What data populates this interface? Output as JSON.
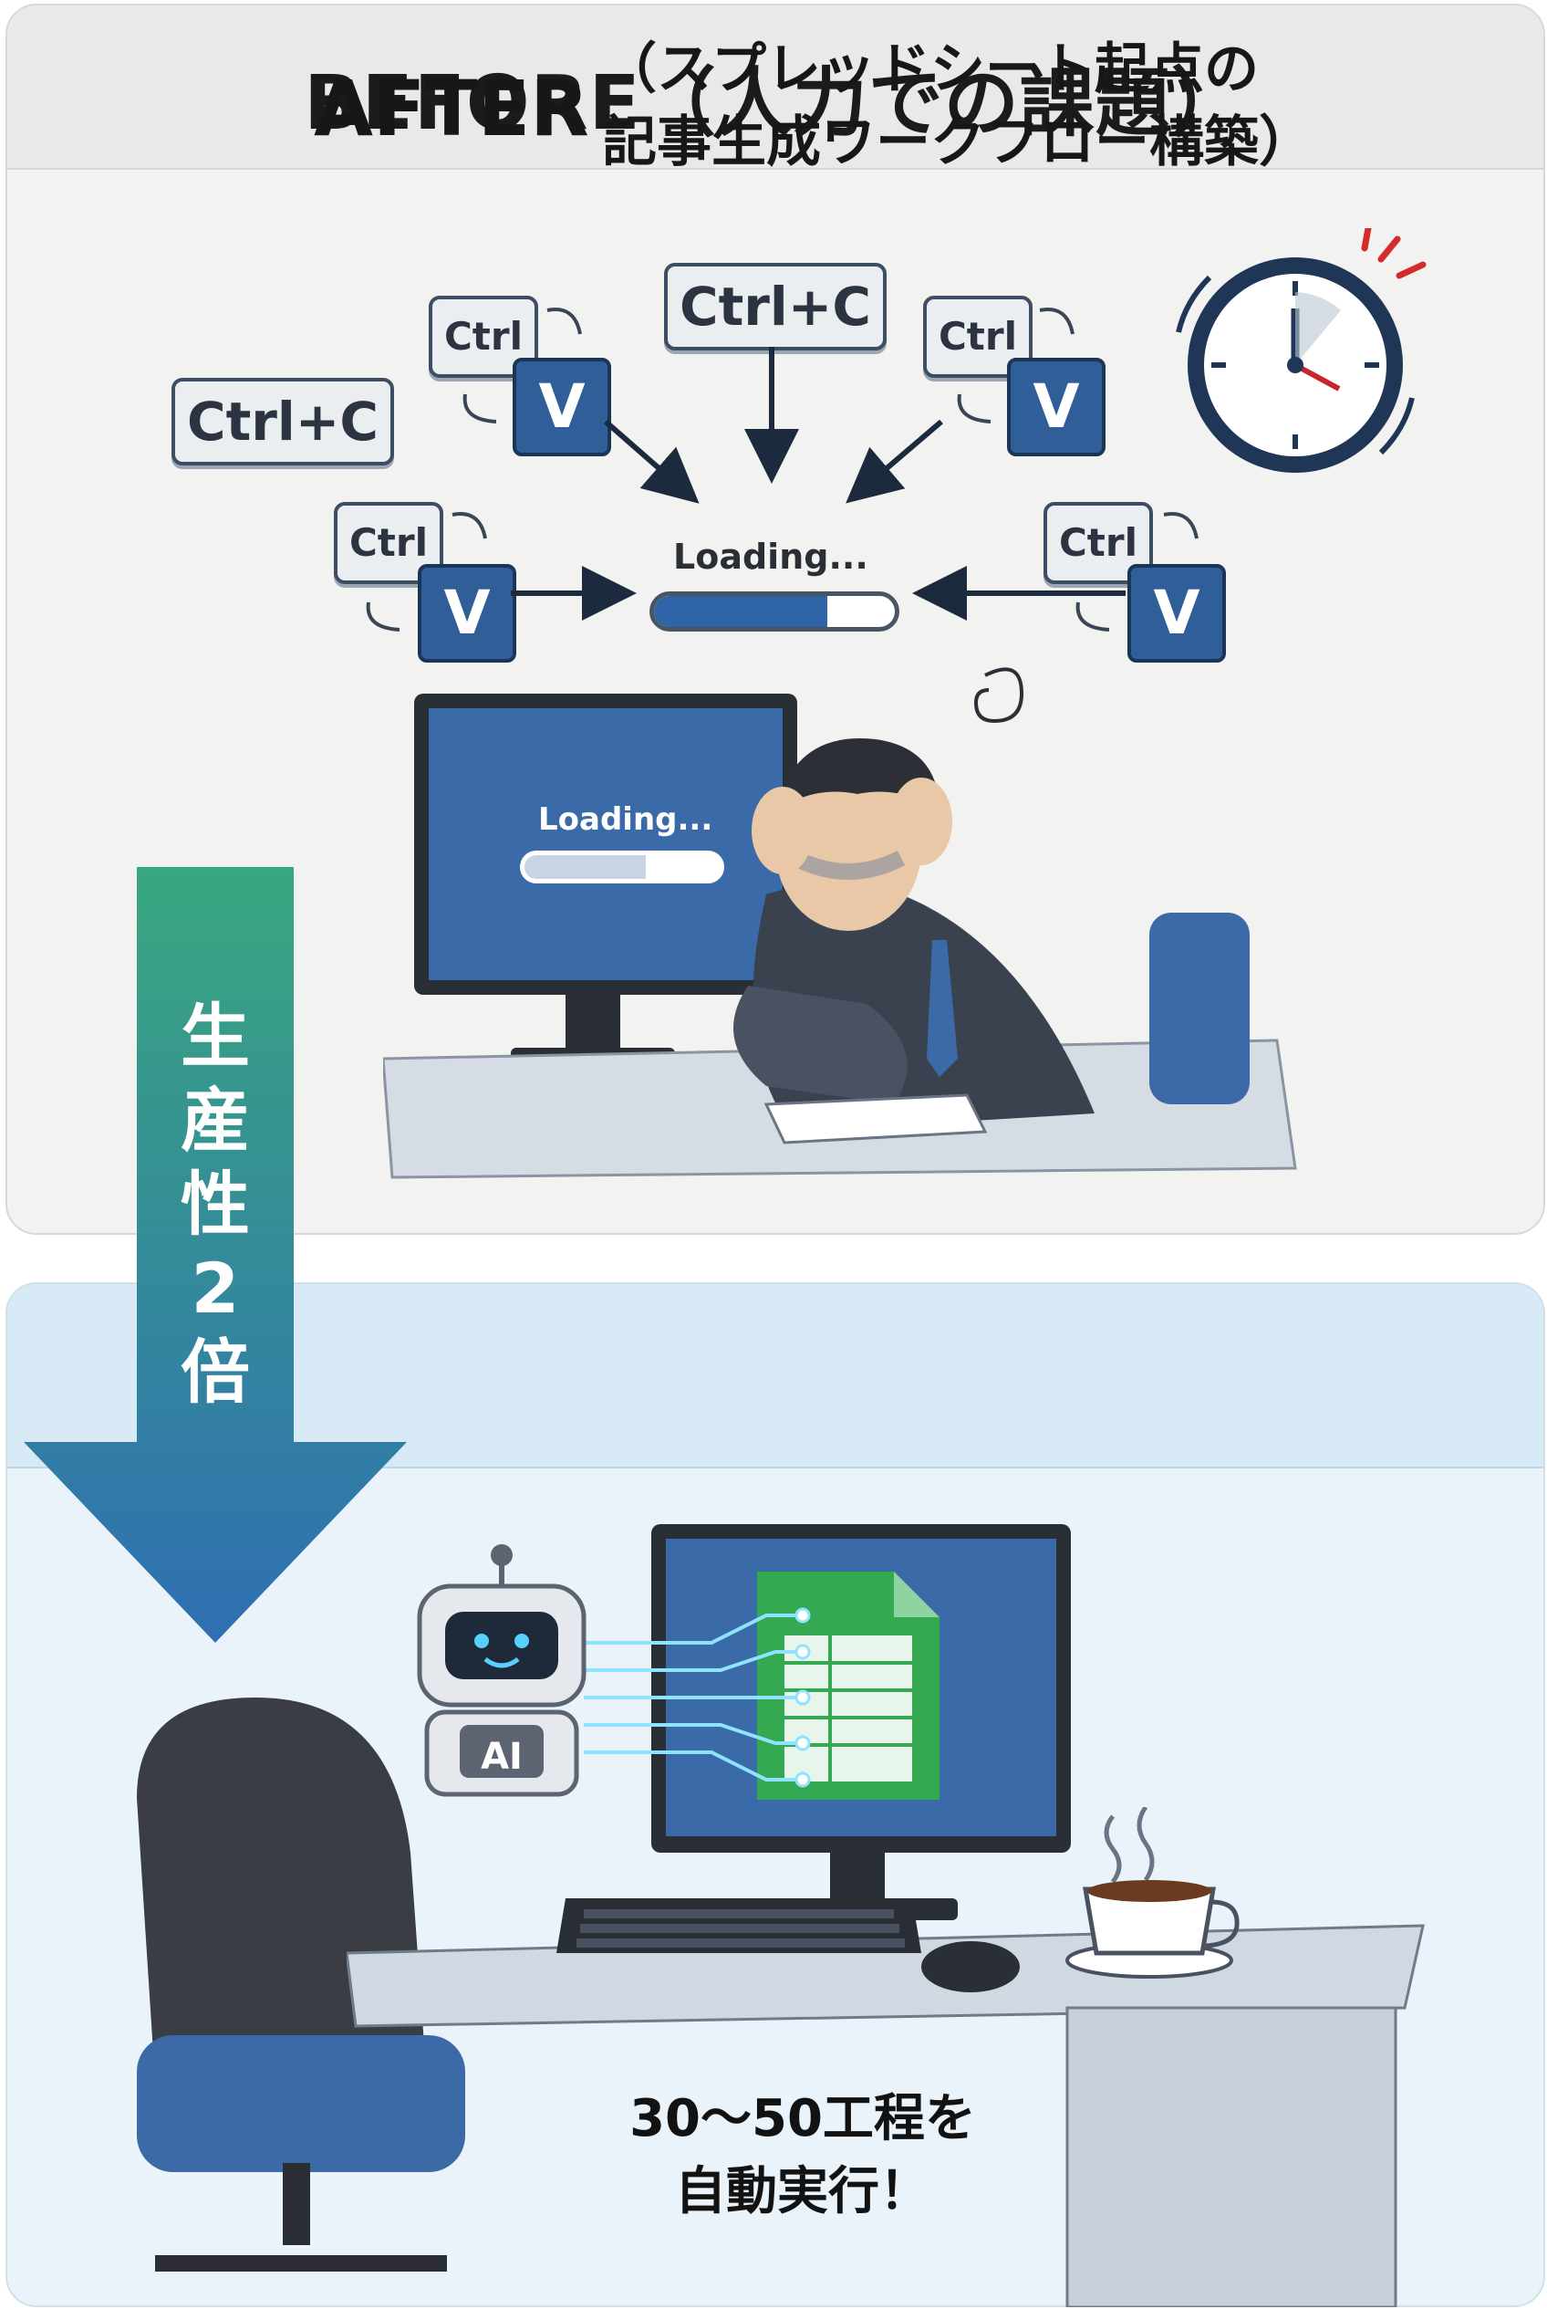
{
  "before": {
    "title": "BEFORE（人力での課題）",
    "keys": {
      "ctrl_c": "Ctrl+C",
      "ctrl": "Ctrl",
      "v": "V"
    },
    "loading_text": "Loading...",
    "screen_loading_text": "Loading...",
    "top_progress": 0.72,
    "screen_progress": 0.62
  },
  "arrow": {
    "label": "生産性2倍"
  },
  "after": {
    "title": "AFTER",
    "subtitle": "（スプレッドシート起点の\n記事生成ワークフロー構築）",
    "robot_badge": "AI",
    "caption": "30〜50工程を\n自動実行！"
  },
  "colors": {
    "before_bg": "#f2f2f1",
    "after_bg": "#e9f3f9",
    "key_blue": "#2f5e99",
    "arrow_top": "#39a77f",
    "arrow_bottom": "#2f6fb2",
    "sheet_green": "#35a852"
  },
  "icons": [
    "clock-icon",
    "robot-icon",
    "spreadsheet-icon",
    "coffee-cup-icon",
    "keyboard-icon",
    "mouse-icon",
    "office-chair-icon"
  ]
}
